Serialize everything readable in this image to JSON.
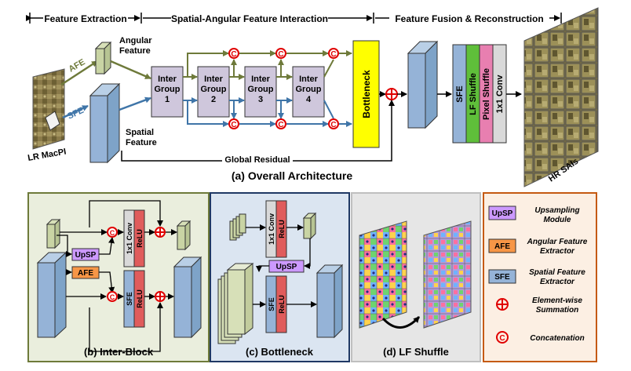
{
  "stages": {
    "feature_extraction": "Feature Extraction",
    "interaction": "Spatial-Angular Feature Interaction",
    "fusion": "Feature Fusion & Reconstruction"
  },
  "top": {
    "angular_feature": [
      "Angular",
      "Feature"
    ],
    "spatial_feature": [
      "Spatial",
      "Feature"
    ],
    "afe": "AFE",
    "sfe": "SFE",
    "lr_macpi": "LR MacPI",
    "hr_sais": "HR SAIs",
    "groups": [
      [
        "Inter",
        "Group",
        "1"
      ],
      [
        "Inter",
        "Group",
        "2"
      ],
      [
        "Inter",
        "Group",
        "3"
      ],
      [
        "Inter",
        "Group",
        "4"
      ]
    ],
    "bottleneck": "Bottleneck",
    "global_residual": "Global Residual",
    "recon": [
      "SFE",
      "LF Shuffle",
      "Pixel Shuffle",
      "1x1 Conv"
    ],
    "caption": "(a) Overall Architecture"
  },
  "panels": {
    "b": {
      "caption": "(b) Inter-Block",
      "upsp": "UpSP",
      "afe": "AFE",
      "conv": [
        "1x1 Conv",
        "ReLU"
      ],
      "sfe": [
        "SFE",
        "ReLU"
      ]
    },
    "c": {
      "caption": "(c) Bottleneck",
      "conv": [
        "1x1 Conv",
        "ReLU"
      ],
      "upsp": "UpSP",
      "sfe": [
        "SFE",
        "ReLU"
      ]
    },
    "d": {
      "caption": "(d) LF Shuffle"
    }
  },
  "legend": [
    {
      "key": "UpSP",
      "desc": [
        "Upsampling",
        "Module"
      ]
    },
    {
      "key": "AFE",
      "desc": [
        "Angular Feature",
        "Extractor"
      ]
    },
    {
      "key": "SFE",
      "desc": [
        "Spatial Feature",
        "Extractor"
      ]
    },
    {
      "key": "⊕",
      "desc": [
        "Element-wise",
        "Summation"
      ]
    },
    {
      "key": "C",
      "desc": [
        "Concatenation"
      ]
    }
  ],
  "colors": {
    "angular": "#6e7a3a",
    "spatial": "#3f75a8",
    "group_fill": "#cfc7dc",
    "bottleneck": "#ffff00",
    "upsp": "#cc99ff",
    "afe": "#f79646",
    "sfe": "#95b3d7",
    "lf_shuffle": "#5fbf3a",
    "pixel_shuffle": "#e87fb0",
    "conv": "#d9d9d9",
    "relu": "#e05c5c",
    "red": "#e00000",
    "panel_b_bg": "#eaeedd",
    "panel_c_bg": "#dbe5f1",
    "panel_d_bg": "#e6e6e6",
    "legend_bg": "#fcefe3"
  }
}
